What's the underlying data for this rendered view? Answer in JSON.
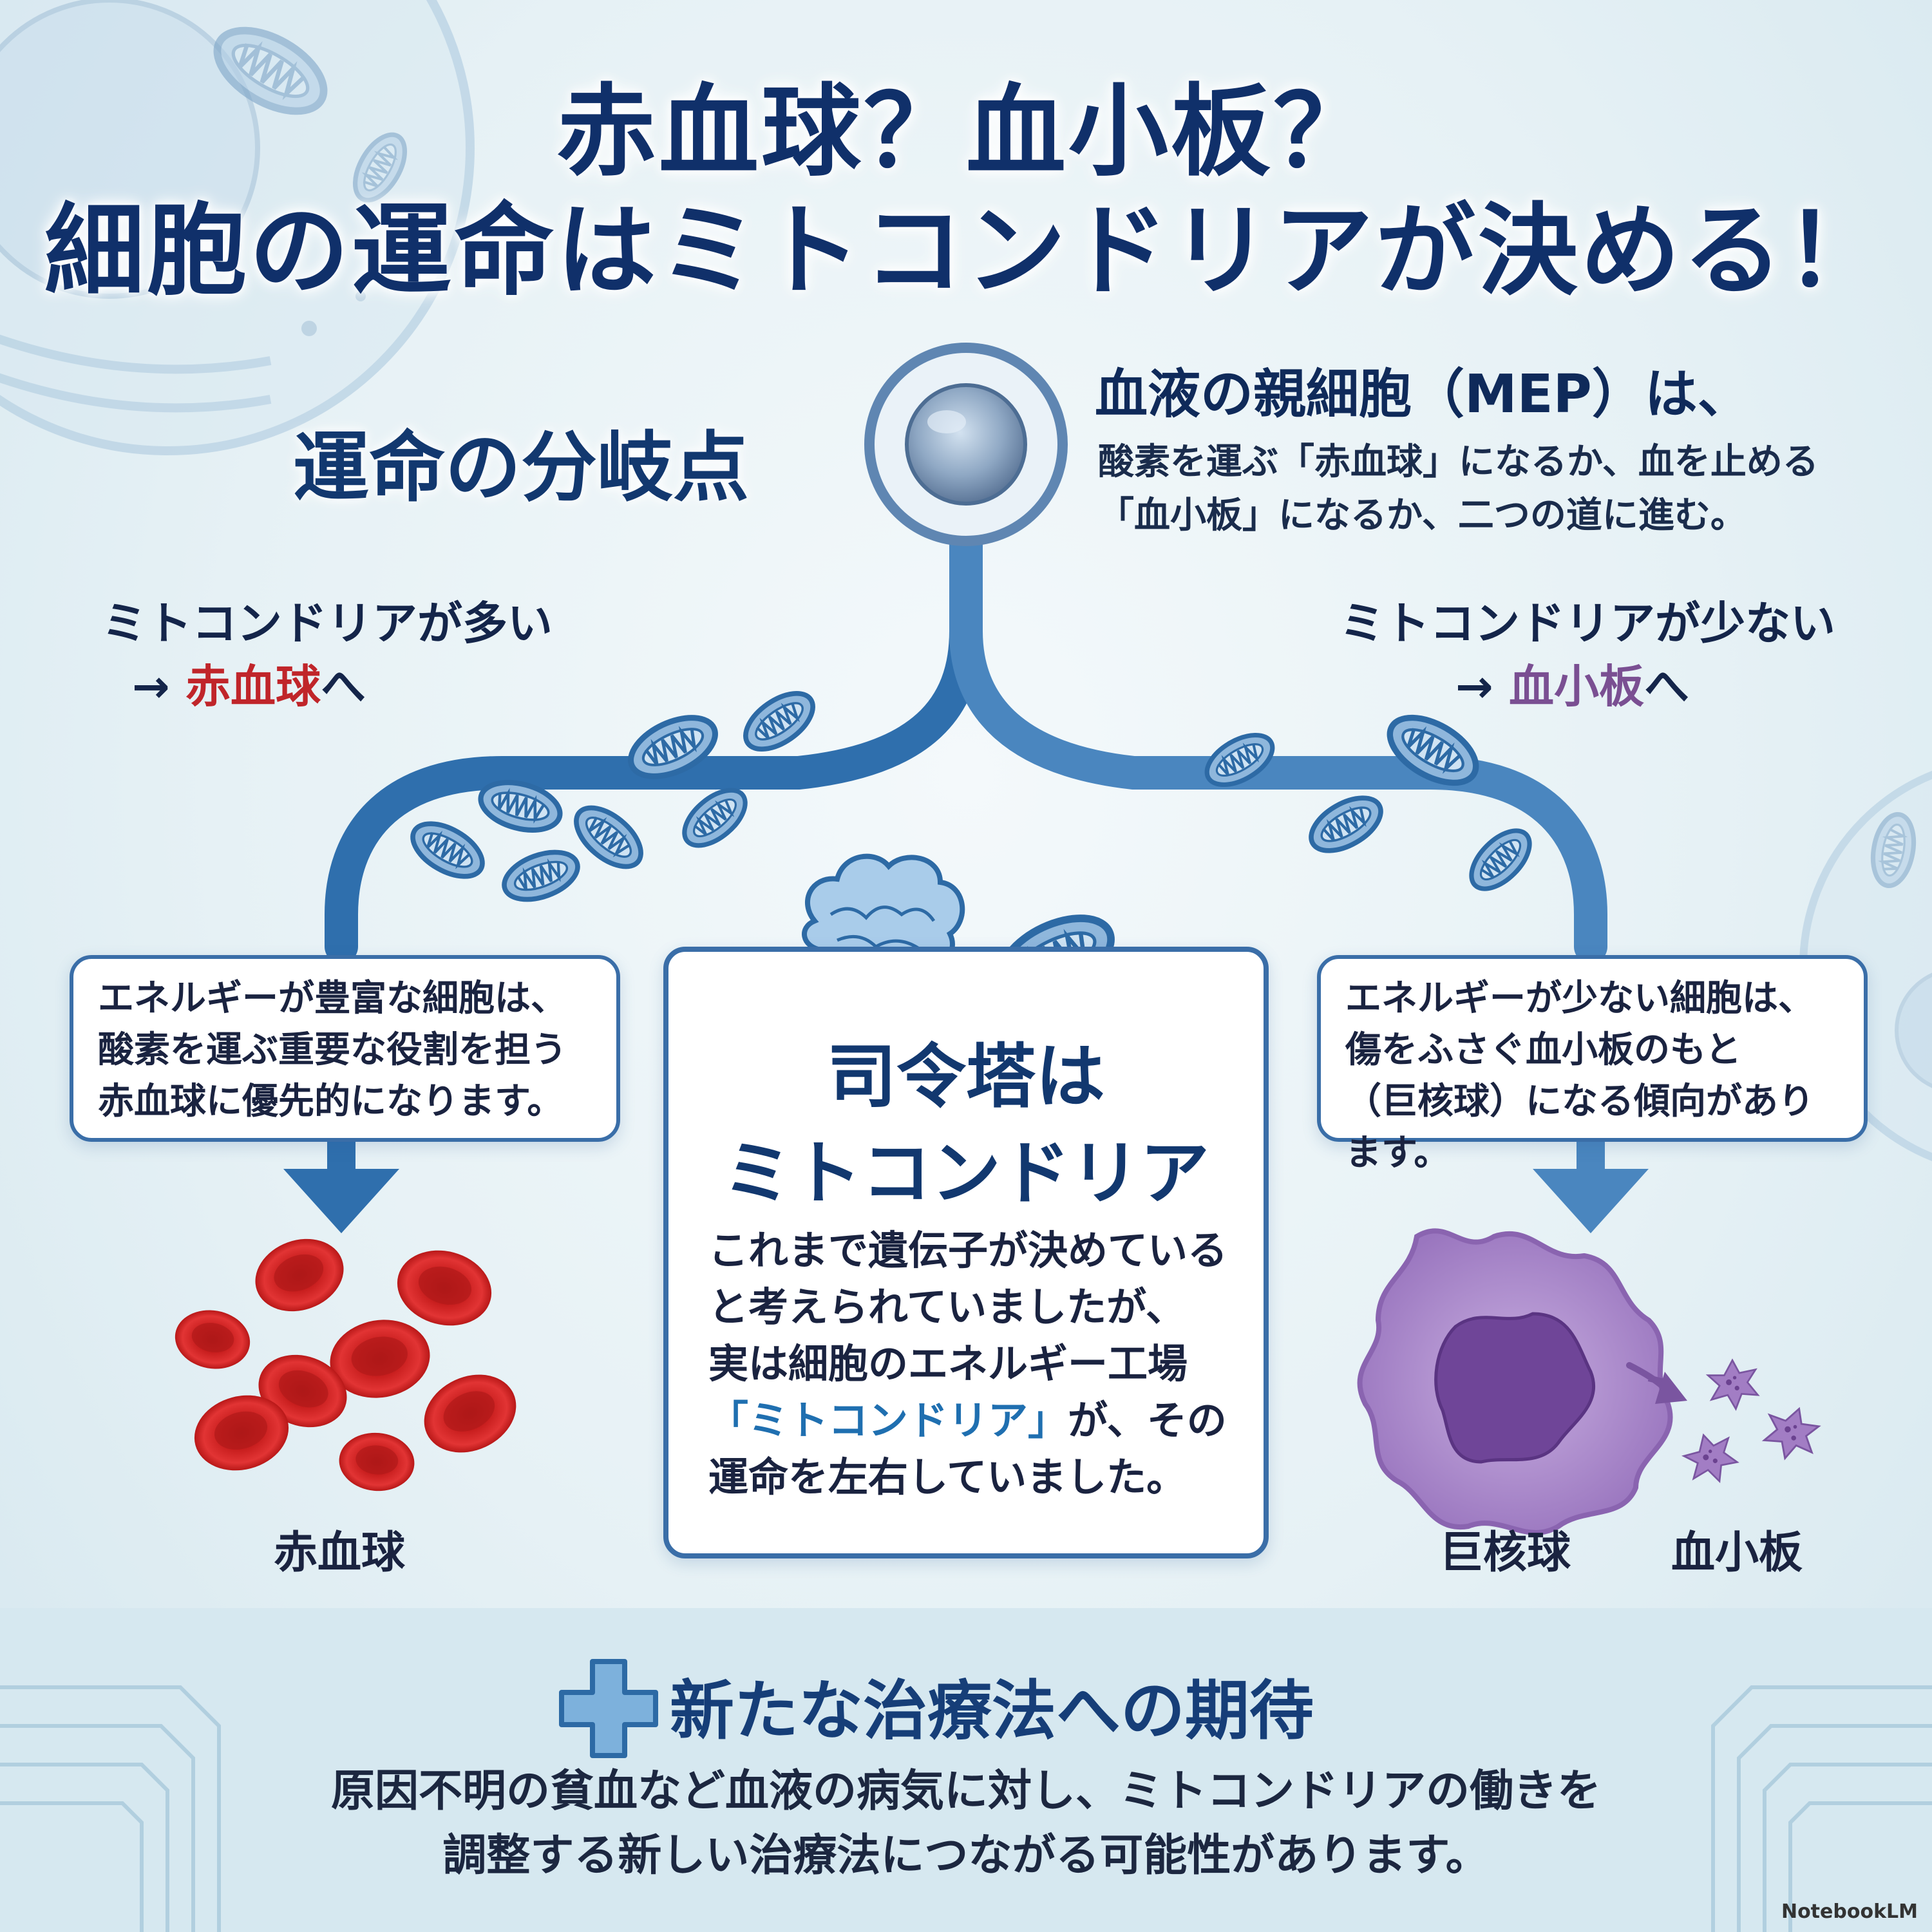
{
  "title": {
    "line1": "赤血球？血小板？",
    "line2": "細胞の運命はミトコンドリアが決める！"
  },
  "branch_heading": "運命の分岐点",
  "mep": {
    "title": "血液の親細胞（MEP）は、",
    "desc_line1": "酸素を運ぶ「赤血球」になるか、血を止める",
    "desc_line2": "「血小板」になるか、二つの道に進む。"
  },
  "left_path": {
    "label_line1": "ミトコンドリアが多い",
    "arrow": "→ ",
    "target": "赤血球",
    "suffix": "へ",
    "card_lines": [
      "エネルギーが豊富な細胞は、",
      "酸素を運ぶ重要な役割を担う",
      "赤血球に優先的になります。"
    ],
    "caption": "赤血球"
  },
  "right_path": {
    "label_line1": "ミトコンドリアが少ない",
    "arrow": "→ ",
    "target": "血小板",
    "suffix": "へ",
    "card_lines": [
      "エネルギーが少ない細胞は、",
      "傷をふさぐ血小板のもと",
      "（巨核球）になる傾向があります。"
    ],
    "caption_megakaryocyte": "巨核球",
    "caption_platelet": "血小板"
  },
  "center_card": {
    "title_line1": "司令塔は",
    "title_line2": "ミトコンドリア",
    "body_line1": "これまで遺伝子が決めている",
    "body_line2": "と考えられていましたが、",
    "body_line3": "実は細胞のエネルギー工場",
    "body_line4_highlight": "「ミトコンドリア」",
    "body_line4_rest": "が、その",
    "body_line5": "運命を左右していました。"
  },
  "bottom": {
    "heading": "新たな治療法への期待",
    "line1": "原因不明の貧血など血液の病気に対し、ミトコンドリアの働きを",
    "line2": "調整する新しい治療法につながる可能性があります。"
  },
  "credit": "NotebookLM",
  "colors": {
    "title": "#10306a",
    "path": "#2f6fad",
    "red_cell": "#d42a2a",
    "platelet": "#a27dc4",
    "red_text": "#c0252a",
    "purple_text": "#7a4f92"
  },
  "icons": [
    "cell-icon",
    "mitochondria-icon",
    "brain-icon",
    "red-blood-cell-icon",
    "megakaryocyte-icon",
    "platelet-icon",
    "plus-icon",
    "down-arrow-icon"
  ]
}
